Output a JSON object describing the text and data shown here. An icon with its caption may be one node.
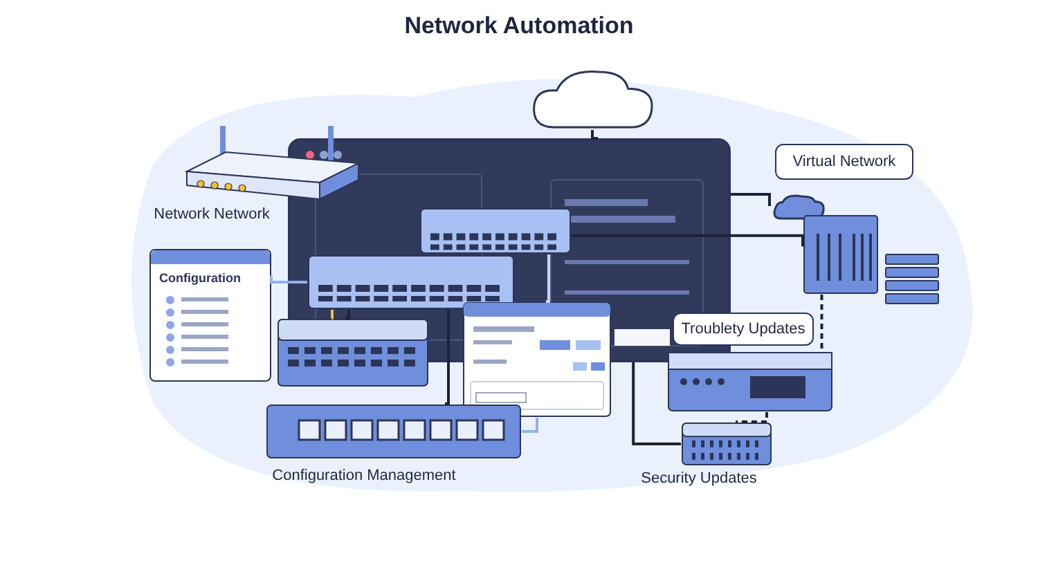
{
  "diagram": {
    "title": "Network Automation",
    "nodes": [
      {
        "text": [],
        "shape": "picture"
      },
      {
        "text": [],
        "shape": "cloud"
      },
      {
        "text": [],
        "shape": "picture",
        "beside": [
          "Network Network"
        ]
      },
      {
        "text": [],
        "shape": "picture",
        "in": 0
      },
      {
        "text": [],
        "shape": "picture",
        "in": 0
      },
      {
        "text": [
          "Configuration"
        ]
      },
      {
        "text": [],
        "shape": "picture"
      },
      {
        "text": [],
        "shape": "picture"
      },
      {
        "text": [],
        "shape": "picture",
        "beside": [
          "Configuration Management"
        ]
      },
      {
        "text": [
          "Virtual Network"
        ]
      },
      {
        "text": [],
        "shape": "cloud"
      },
      {
        "text": [],
        "shape": "picture"
      },
      {
        "text": [],
        "shape": "picture"
      },
      {
        "text": [
          "Troublety Updates"
        ]
      },
      {
        "text": [],
        "shape": "picture"
      },
      {
        "text": [],
        "shape": "picture",
        "beside": [
          "Security Updates"
        ]
      }
    ],
    "edges": [
      {
        "from": 1,
        "to": 0,
        "arrow": "none"
      },
      {
        "from": 0,
        "to": 10,
        "arrow": "none"
      },
      {
        "from": 3,
        "to": 11,
        "arrow": "none"
      },
      {
        "from": 11,
        "to": 14,
        "arrow": "none",
        "style": "dashed"
      },
      {
        "from": 0,
        "to": 15,
        "arrow": "none"
      },
      {
        "from": 14,
        "to": 15,
        "arrow": "none",
        "style": "dashed"
      },
      {
        "from": 4,
        "to": 6,
        "arrow": "none",
        "color": "#f2c230"
      },
      {
        "from": 4,
        "to": 6,
        "arrow": "none"
      },
      {
        "from": 4,
        "to": 5,
        "arrow": "none",
        "color": "#8fb3e8"
      },
      {
        "from": 4,
        "to": 8,
        "arrow": "none"
      },
      {
        "from": 7,
        "to": 8,
        "arrow": "none",
        "color": "#8fb3e8"
      },
      {
        "from": 3,
        "to": 7,
        "arrow": "none",
        "color": "#c9d7f5"
      }
    ]
  }
}
